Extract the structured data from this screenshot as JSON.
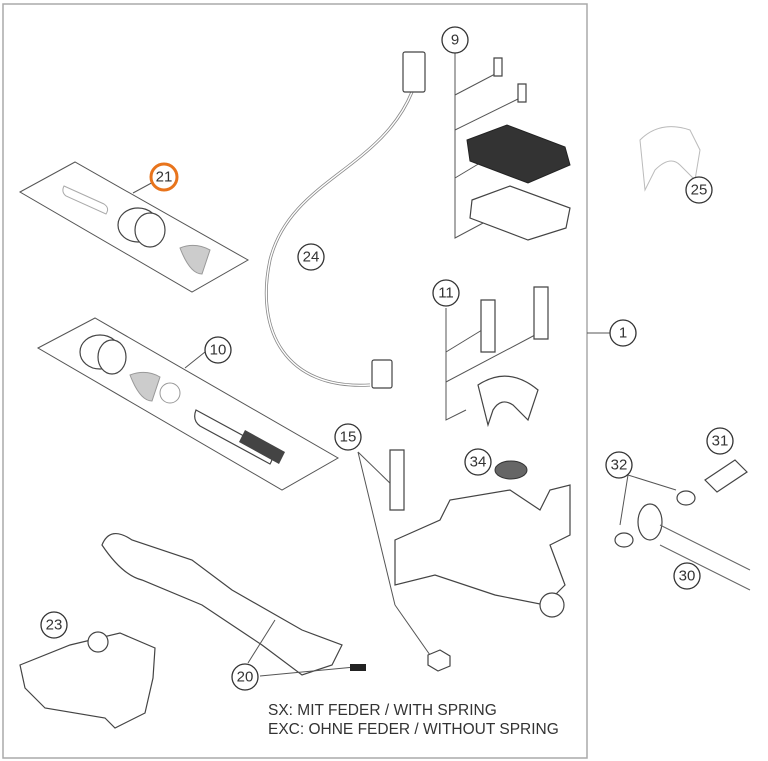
{
  "diagram": {
    "title": "Hand brake / clutch cylinder exploded view",
    "highlight_color": "#e8741c",
    "highlighted_callout": "21",
    "callouts": [
      {
        "id": "1",
        "label": "1"
      },
      {
        "id": "9",
        "label": "9"
      },
      {
        "id": "10",
        "label": "10"
      },
      {
        "id": "11",
        "label": "11"
      },
      {
        "id": "15",
        "label": "15"
      },
      {
        "id": "20",
        "label": "20"
      },
      {
        "id": "21",
        "label": "21"
      },
      {
        "id": "23",
        "label": "23"
      },
      {
        "id": "24",
        "label": "24"
      },
      {
        "id": "25",
        "label": "25"
      },
      {
        "id": "30",
        "label": "30"
      },
      {
        "id": "31",
        "label": "31"
      },
      {
        "id": "32",
        "label": "32"
      },
      {
        "id": "34",
        "label": "34"
      }
    ],
    "notes": [
      "SX: MIT FEDER / WITH SPRING",
      "EXC: OHNE FEDER / WITHOUT SPRING"
    ]
  }
}
